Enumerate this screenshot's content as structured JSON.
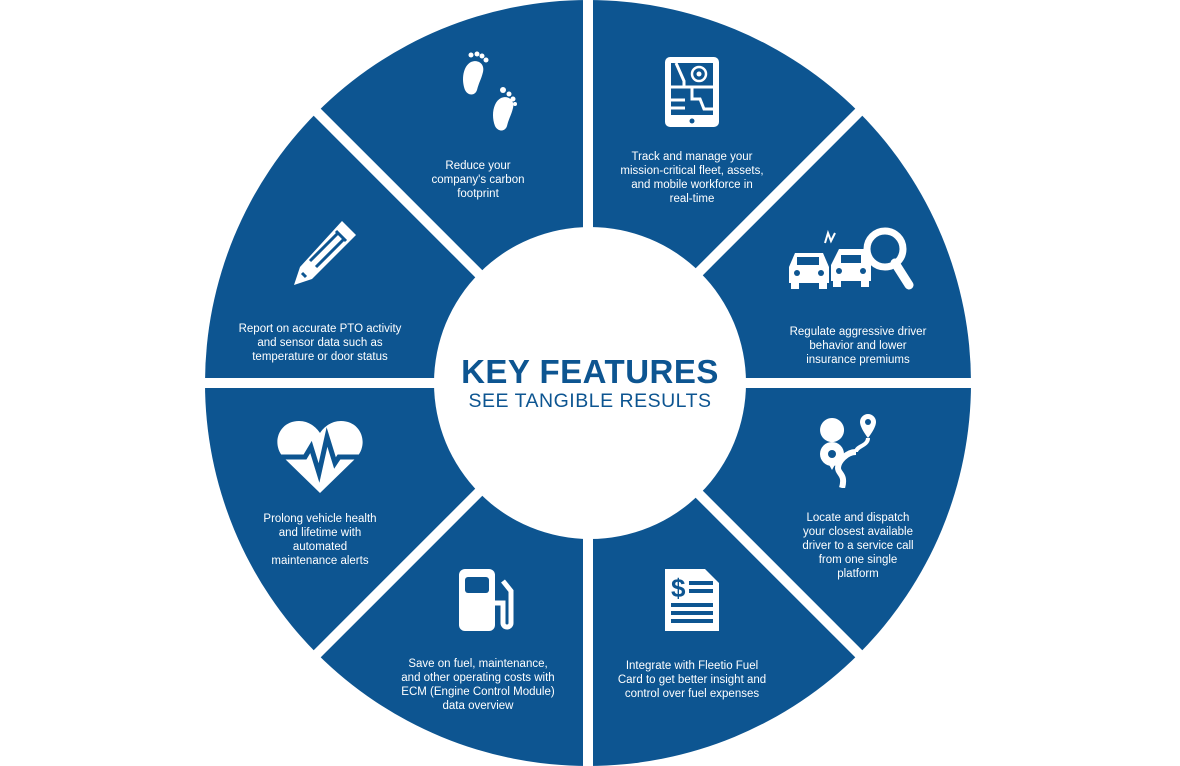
{
  "colors": {
    "brand": "#0d5591",
    "text": "#ffffff"
  },
  "center": {
    "title": "KEY FEATURES",
    "subtitle": "SEE TANGIBLE RESULTS"
  },
  "segments": [
    {
      "icon": "footprints-icon",
      "text": "Reduce your\ncompany's carbon\nfootprint"
    },
    {
      "icon": "tablet-map-icon",
      "text": "Track and manage your\nmission-critical fleet, assets,\nand mobile workforce in\nreal-time"
    },
    {
      "icon": "car-crash-search-icon",
      "text": "Regulate aggressive driver\nbehavior and lower\ninsurance premiums"
    },
    {
      "icon": "route-pin-icon",
      "text": "Locate and dispatch\nyour closest available\ndriver to a service call\nfrom one single\nplatform"
    },
    {
      "icon": "invoice-dollar-icon",
      "text": "Integrate with Fleetio Fuel\nCard to get better insight and\ncontrol over fuel expenses"
    },
    {
      "icon": "fuel-pump-icon",
      "text": "Save on fuel, maintenance,\nand other operating costs with\nECM (Engine Control Module)\ndata overview"
    },
    {
      "icon": "heart-pulse-icon",
      "text": "Prolong vehicle health\nand lifetime with\nautomated\nmaintenance alerts"
    },
    {
      "icon": "pencil-icon",
      "text": "Report on accurate PTO activity\nand sensor data such as\ntemperature or door status"
    }
  ]
}
